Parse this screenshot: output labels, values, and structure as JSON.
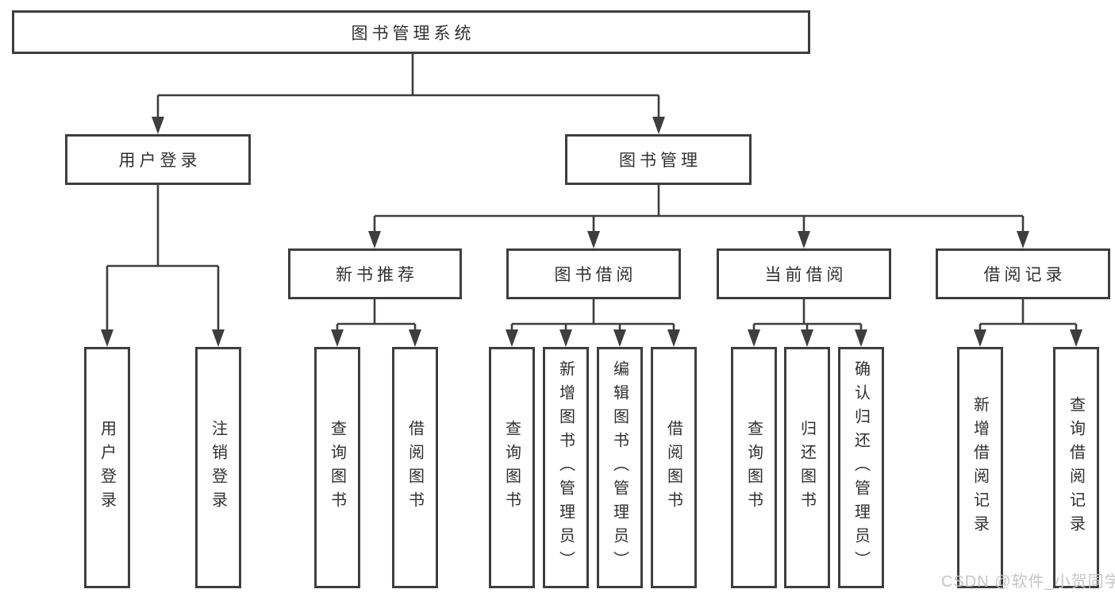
{
  "diagram": {
    "root": {
      "label": "图书管理系统"
    },
    "level2": [
      {
        "label": "用户登录"
      },
      {
        "label": "图书管理"
      }
    ],
    "level3": [
      {
        "label": "新书推荐"
      },
      {
        "label": "图书借阅"
      },
      {
        "label": "当前借阅"
      },
      {
        "label": "借阅记录"
      }
    ],
    "leaves": {
      "user_login": [
        "用户登录",
        "注销登录"
      ],
      "new_book": [
        "查询图书",
        "借阅图书"
      ],
      "book_borrow": [
        "查询图书",
        "新增图书（管理员）",
        "编辑图书（管理员）",
        "借阅图书"
      ],
      "current_borrow": [
        "查询图书",
        "归还图书",
        "确认归还（管理员）"
      ],
      "borrow_record": [
        "新增借阅记录",
        "查询借阅记录"
      ]
    }
  },
  "watermark": {
    "text": "CSDN @软件_小贺同学"
  },
  "colors": {
    "line": "#3e3e3e",
    "box_border": "#3e3e3e",
    "text": "#303030",
    "background": "#ffffff",
    "watermark": "#c3c3c3"
  }
}
